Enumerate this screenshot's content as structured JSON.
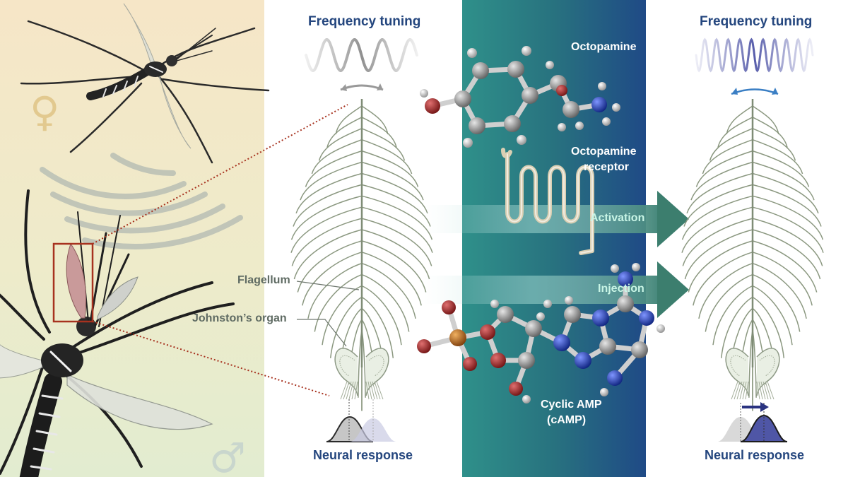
{
  "labels": {
    "freq_left": "Frequency tuning",
    "freq_right": "Frequency tuning",
    "octopamine": "Octopamine",
    "receptor_line1": "Octopamine",
    "receptor_line2": "receptor",
    "activation": "Activation",
    "injection": "Injection",
    "camp_line1": "Cyclic AMP",
    "camp_line2": "(cAMP)",
    "flagellum": "Flagellum",
    "johnstons_organ": "Johnston’s organ",
    "neural_left": "Neural response",
    "neural_right": "Neural response"
  },
  "symbols": {
    "female": "♀",
    "male": "♂"
  },
  "colors": {
    "title_blue": "#24467e",
    "teal_panel": "#2e8f8a",
    "navy_panel": "#1f4b86",
    "arrow_teal": "#3c7e6e",
    "zoom_red": "#a7321f",
    "left_panel_top": "#f6e7c8",
    "left_panel_bottom": "#e4eecf"
  },
  "icons": [
    "female-mosquito",
    "male-mosquito",
    "sound-wave-arcs",
    "antenna-flagellum",
    "johnstons-organ",
    "octopamine-molecule",
    "receptor-coil",
    "camp-molecule",
    "shift-arrow"
  ]
}
